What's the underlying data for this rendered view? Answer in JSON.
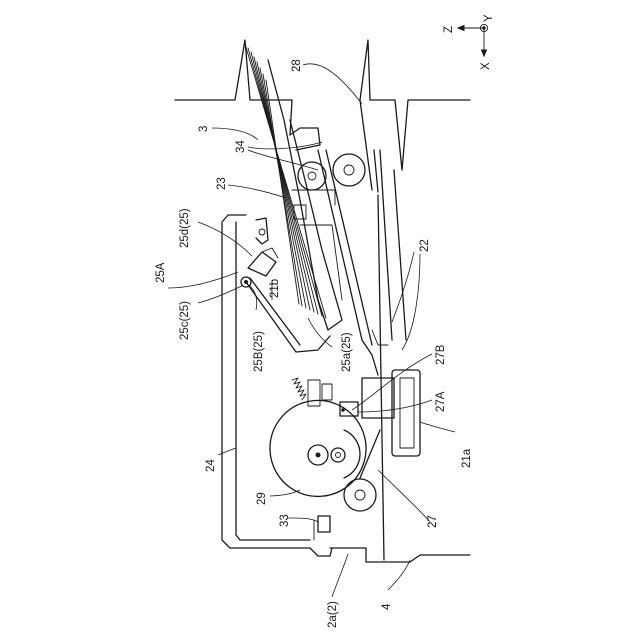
{
  "axes": {
    "z": "Z",
    "y": "Y",
    "x": "X"
  },
  "labels": {
    "l3": "3",
    "l4": "4",
    "l21a": "21a",
    "l21b": "21b",
    "l22": "22",
    "l23": "23",
    "l24": "24",
    "l25A": "25A",
    "l25B": "25B(25)",
    "l25a": "25a(25)",
    "l25c": "25c(25)",
    "l25d": "25d(25)",
    "l27": "27",
    "l27A": "27A",
    "l27B": "27B",
    "l28": "28",
    "l29": "29",
    "l33": "33",
    "l34": "34",
    "l2a": "2a(2)"
  }
}
